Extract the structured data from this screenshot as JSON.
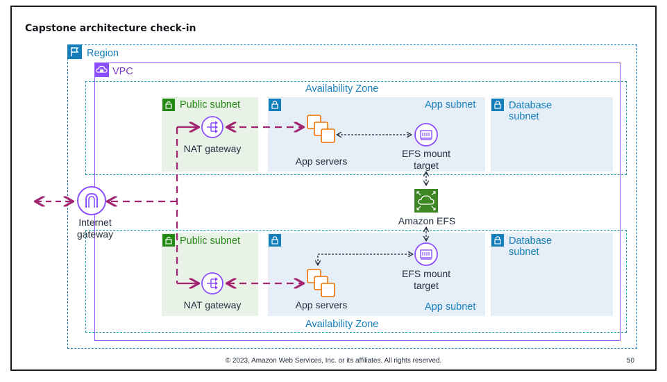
{
  "title": "Capstone architecture check-in",
  "groups": {
    "region": "Region",
    "vpc": "VPC",
    "az_top": "Availability Zone",
    "az_bottom": "Availability Zone",
    "public_subnet_top": "Public subnet",
    "public_subnet_bottom": "Public subnet",
    "app_subnet_top": "App subnet",
    "app_subnet_bottom": "App subnet",
    "db_subnet_top": "Database subnet",
    "db_subnet_bottom": "Database subnet"
  },
  "services": {
    "nat_top": "NAT gateway",
    "nat_bottom": "NAT gateway",
    "app_top": "App servers",
    "app_bottom": "App servers",
    "efs_mount_top": "EFS mount target",
    "efs_mount_bottom": "EFS mount target",
    "efs": "Amazon EFS",
    "igw": "Internet gateway"
  },
  "footer": {
    "copyright": "© 2023, Amazon Web Services, Inc. or its affiliates. All rights reserved.",
    "page_number": "50"
  },
  "colors": {
    "region": "#147eba",
    "vpc": "#8c4fff",
    "public_subnet": "#248814",
    "public_subnet_fill": "#e9f2e6",
    "private_subnet": "#147eba",
    "private_subnet_fill": "#e6eff8",
    "arrow_magenta": "#a0246f",
    "efs_green": "#3f8624"
  }
}
